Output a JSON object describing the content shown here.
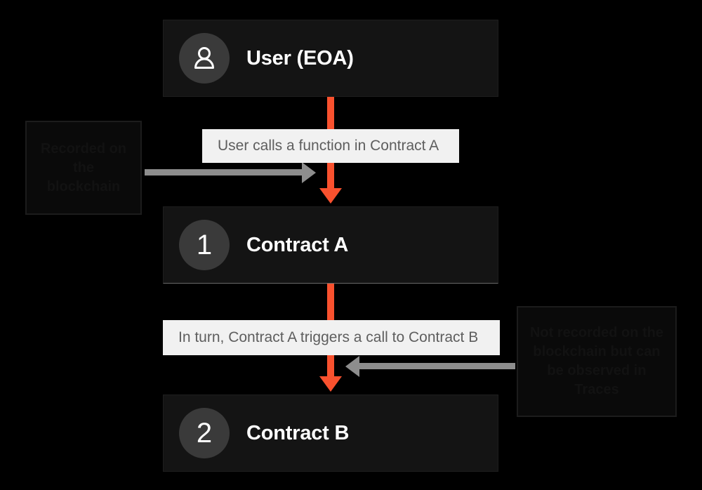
{
  "diagram": {
    "title": "Blockchain Transaction Flow",
    "background_color": "#000000",
    "accent_color": "#f9512e",
    "gray_arrow_color": "#8d8d8d"
  },
  "nodes": [
    {
      "id": "user",
      "badge_type": "person-icon",
      "badge_text": "",
      "label": "User (EOA)"
    },
    {
      "id": "contract-a",
      "badge_type": "number",
      "badge_text": "1",
      "label": "Contract A"
    },
    {
      "id": "contract-b",
      "badge_type": "number",
      "badge_text": "2",
      "label": "Contract B"
    }
  ],
  "captions": [
    {
      "id": "caption-1",
      "text": "User calls a function in Contract A"
    },
    {
      "id": "caption-2",
      "text": "In turn, Contract A triggers a call to Contract B"
    }
  ],
  "annotations": [
    {
      "id": "annot-left",
      "text": "Recorded on the blockchain"
    },
    {
      "id": "annot-right",
      "text": "Not recorded on the blockchain but can be observed in Traces"
    }
  ]
}
